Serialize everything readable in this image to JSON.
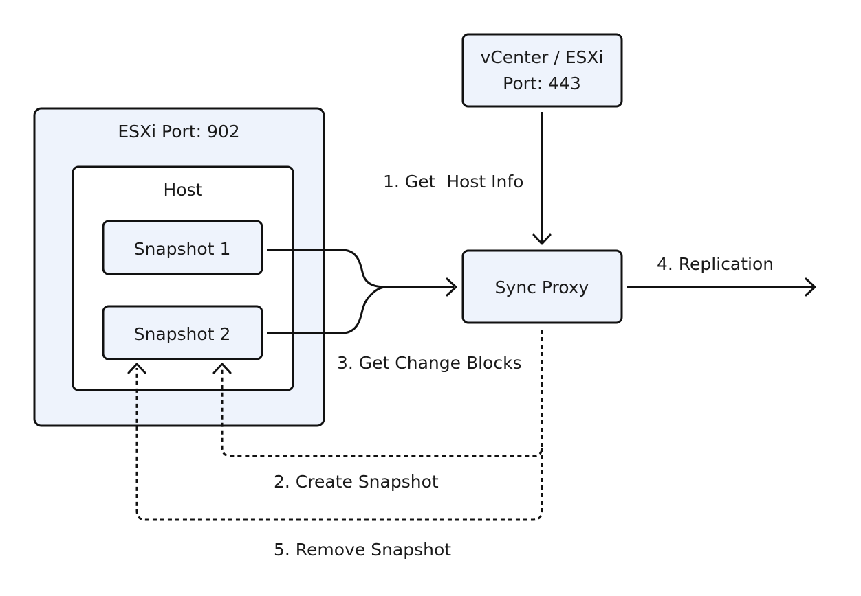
{
  "colors": {
    "box_fill": "#eef3fc",
    "stroke": "#111111",
    "text": "#1a1a1a",
    "background": "#ffffff"
  },
  "nodes": {
    "esxi_group": {
      "label": "ESXi Port: 902"
    },
    "host_group": {
      "label": "Host"
    },
    "snapshot1": {
      "label": "Snapshot 1"
    },
    "snapshot2": {
      "label": "Snapshot 2"
    },
    "vcenter": {
      "line1": "vCenter / ESXi",
      "line2": "Port: 443"
    },
    "sync_proxy": {
      "label": "Sync Proxy"
    }
  },
  "edges": {
    "get_host_info": {
      "label": "1. Get  Host Info"
    },
    "create_snapshot": {
      "label": "2. Create Snapshot"
    },
    "get_change_blocks": {
      "label": "3. Get Change Blocks"
    },
    "replication": {
      "label": "4. Replication"
    },
    "remove_snapshot": {
      "label": "5. Remove Snapshot"
    }
  }
}
